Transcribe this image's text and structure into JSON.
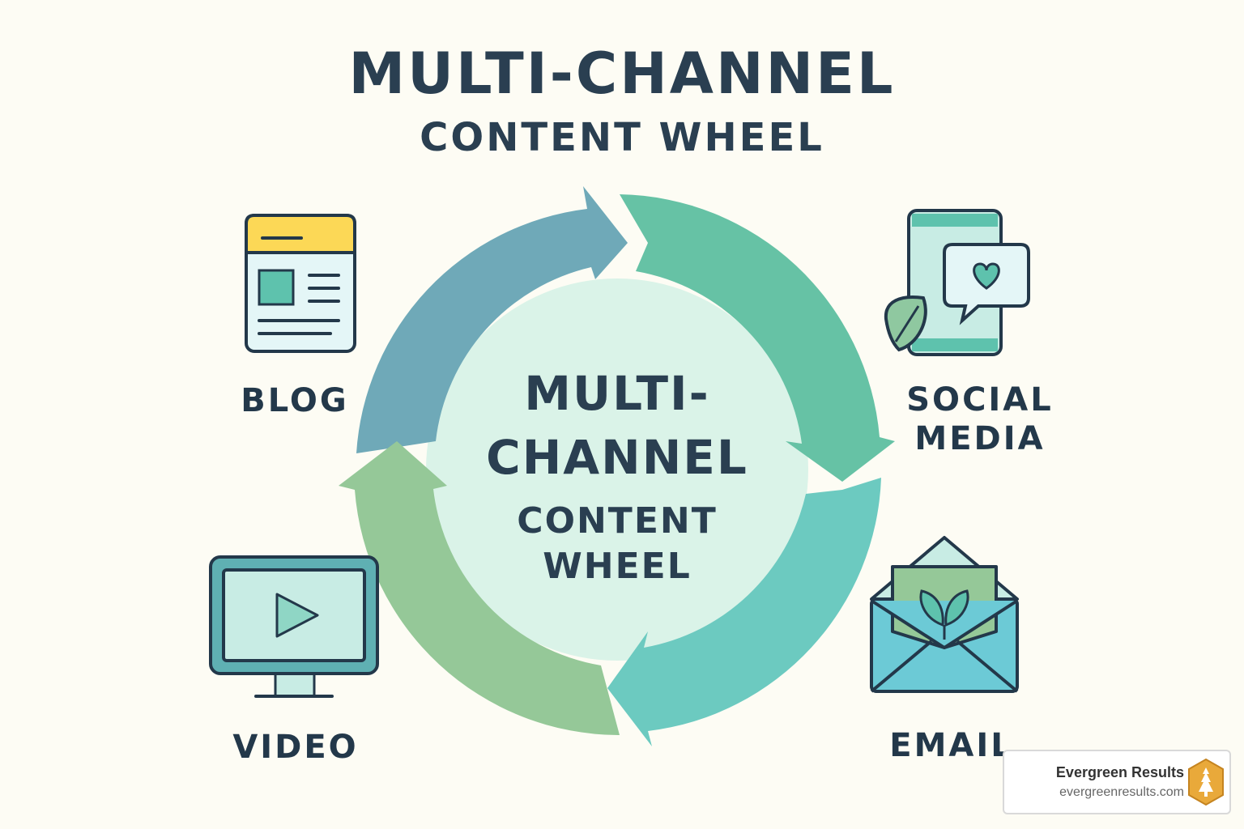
{
  "title": {
    "line1": "MULTI-CHANNEL",
    "line2": "CONTENT WHEEL"
  },
  "center": {
    "line1": "MULTI-",
    "line2": "CHANNEL",
    "line3": "CONTENT",
    "line4": "WHEEL"
  },
  "channels": {
    "blog": {
      "label": "BLOG",
      "icon": "blog-page-icon"
    },
    "social": {
      "line1": "SOCIAL",
      "line2": "MEDIA",
      "icon": "smartphone-heart-icon"
    },
    "video": {
      "label": "VIDEO",
      "icon": "monitor-play-icon"
    },
    "email": {
      "label": "EMAIL",
      "icon": "envelope-leaf-icon"
    }
  },
  "badge": {
    "name": "Evergreen Results",
    "url": "evergreenresults.com",
    "icon": "evergreen-hexagon-logo-icon"
  },
  "colors": {
    "background": "#fdfcf4",
    "text": "#23384a",
    "arrow_top_left": "#6fa9b8",
    "arrow_top_right": "#66c2a5",
    "arrow_bottom_right": "#6ccac0",
    "arrow_bottom_left": "#95c898",
    "center_disc": "#daf3e8",
    "accent_yellow": "#fcd856"
  }
}
